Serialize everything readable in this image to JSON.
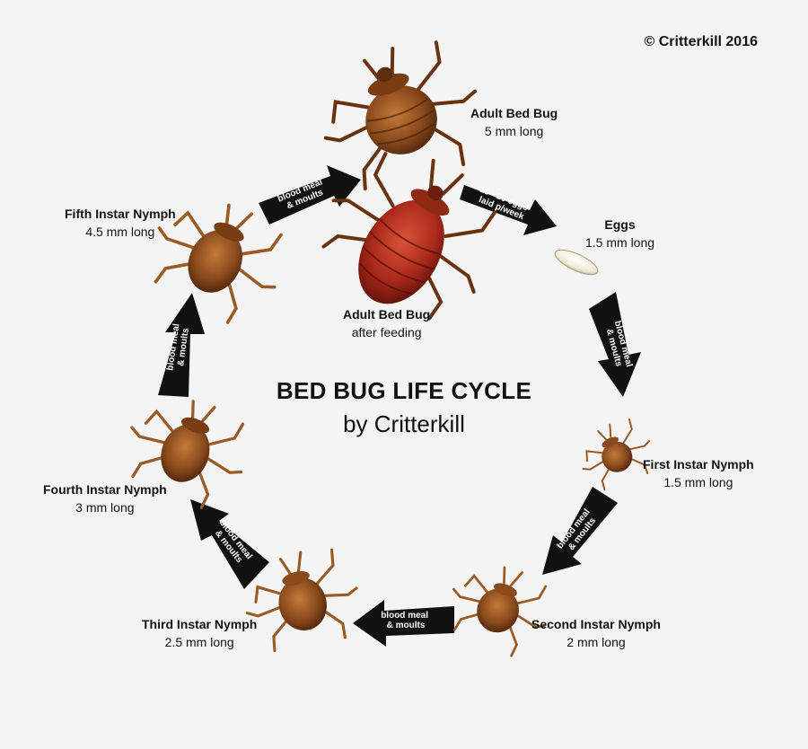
{
  "copyright": "© Critterkill 2016",
  "title": {
    "line1": "BED BUG LIFE CYCLE",
    "line2": "by Critterkill"
  },
  "stages": {
    "adult": {
      "name": "Adult Bed Bug",
      "size": "5 mm long"
    },
    "adult_fed": {
      "name": "Adult Bed Bug",
      "size": "after feeding"
    },
    "eggs": {
      "name": "Eggs",
      "size": "1.5 mm long"
    },
    "first": {
      "name": "First Instar Nymph",
      "size": "1.5 mm long"
    },
    "second": {
      "name": "Second Instar Nymph",
      "size": "2 mm long"
    },
    "third": {
      "name": "Third Instar Nymph",
      "size": "2.5 mm long"
    },
    "fourth": {
      "name": "Fourth Instar Nymph",
      "size": "3 mm long"
    },
    "fifth": {
      "name": "Fifth Instar Nymph",
      "size": "4.5 mm long"
    }
  },
  "arrows": {
    "eggs_laid": {
      "line1": "15 - 20 eggs",
      "line2": "laid p/week"
    },
    "moult": {
      "line1": "blood meal",
      "line2": "& moults"
    }
  },
  "colors": {
    "background": "#f4f4f4",
    "arrow": "#111111",
    "bug_brown": "#8a4a1c",
    "bug_fed_red": "#a8281a",
    "egg": "#efe9d6"
  }
}
